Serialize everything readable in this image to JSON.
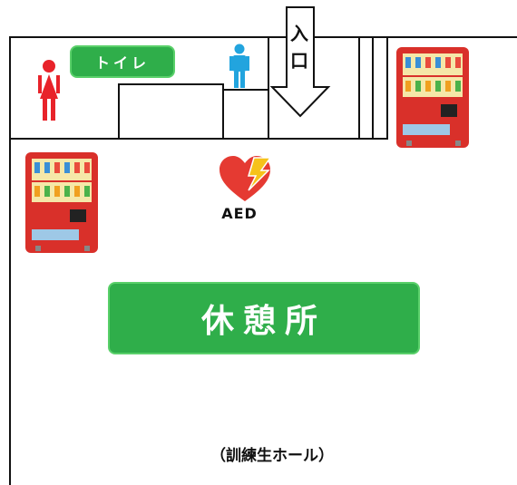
{
  "rooms": {
    "toilet_label": "トイレ",
    "entrance_label_line1": "入",
    "entrance_label_line2": "口",
    "aed_label": "AED",
    "rest_area_label": "休憩所",
    "hall_label": "（訓練生ホール）"
  },
  "icons": {
    "female": "female-restroom-icon",
    "male": "male-restroom-icon",
    "aed": "aed-heart-icon",
    "vending": "vending-machine-icon",
    "arrow": "entrance-arrow-icon"
  },
  "colors": {
    "sign_green": "#2fae4a",
    "female_red": "#e8232a",
    "male_blue": "#22a4de",
    "vending_red": "#d9302a",
    "aed_red": "#e53a32",
    "aed_yellow": "#f6c21a"
  }
}
